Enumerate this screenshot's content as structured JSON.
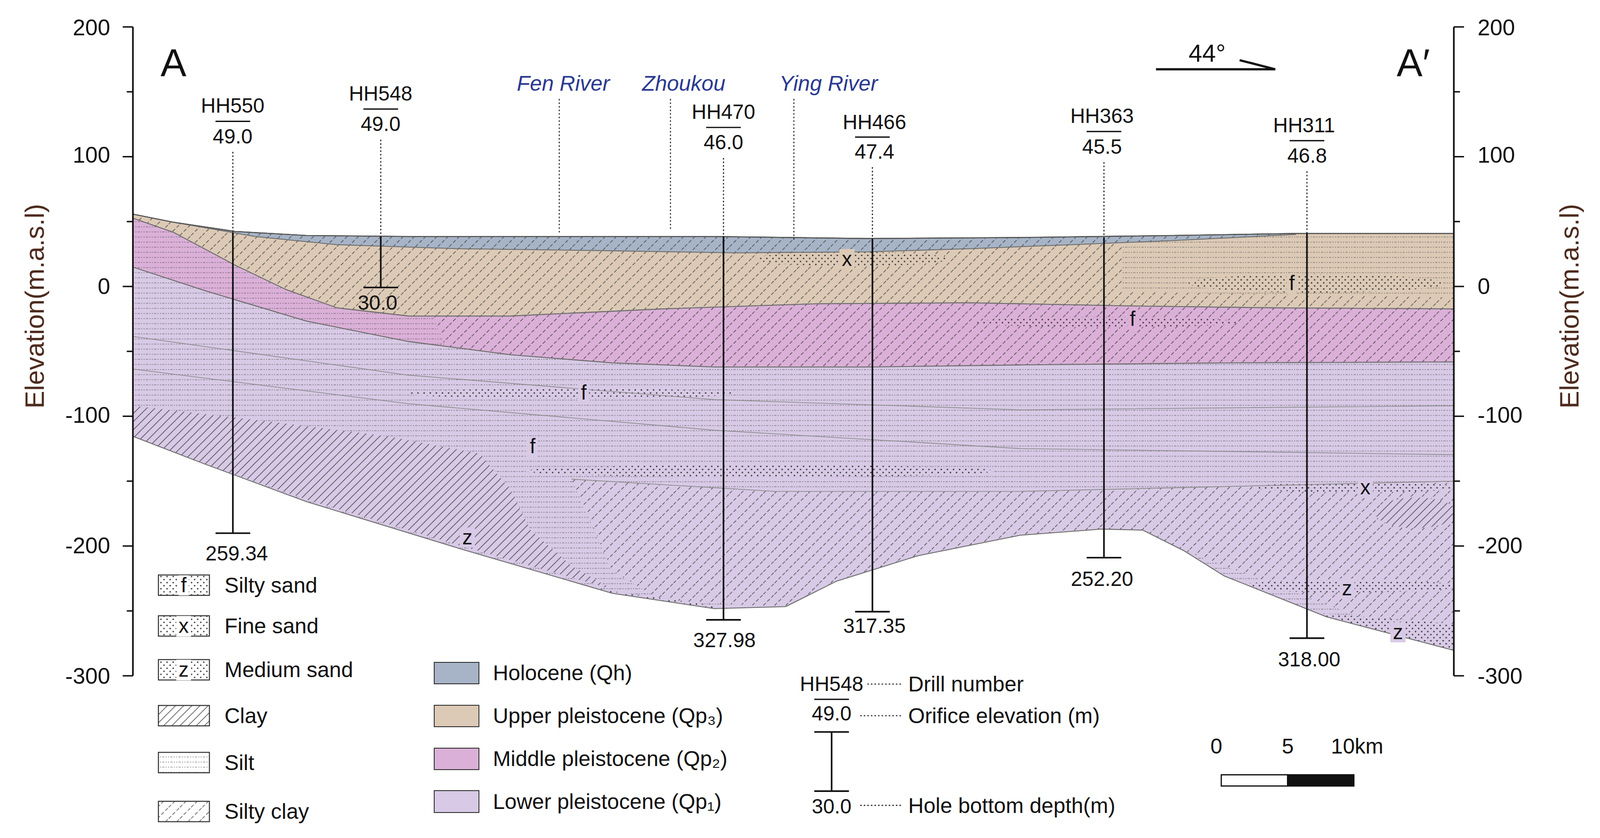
{
  "diagram": {
    "labels": [
      "A",
      "A′",
      "200",
      "100",
      "0",
      "-100",
      "-200",
      "-300",
      "200",
      "100",
      "0",
      "-100",
      "-200",
      "-300",
      "Elevation(m.a.s.l)",
      "Elevation(m.a.s.l)",
      "Fen River",
      "Zhoukou",
      "Ying River",
      "44°",
      "HH550",
      "49.0",
      "259.34",
      "HH548",
      "49.0",
      "30.0",
      "HH470",
      "46.0",
      "327.98",
      "HH466",
      "47.4",
      "317.35",
      "HH363",
      "45.5",
      "252.20",
      "HH311",
      "46.8",
      "318.00",
      "x",
      "f",
      "f",
      "f",
      "f",
      "z",
      "x",
      "z",
      "z",
      "f",
      "x",
      "z",
      "HH548",
      "49.0",
      "30.0",
      "Drill number",
      "Orifice elevation (m)",
      "Hole bottom depth(m)",
      "0",
      "5",
      "10km"
    ],
    "legend": [
      {
        "text": "Silty sand"
      },
      {
        "text": "Fine sand"
      },
      {
        "text": "Medium sand"
      },
      {
        "text": "Clay"
      },
      {
        "text": "Silt"
      },
      {
        "text": "Silty clay"
      },
      {
        "text": "Holocene (Qh)",
        "color": "#a7b4c7"
      },
      {
        "text": "Upper pleistocene (Qp₃)",
        "color": "#dccab6"
      },
      {
        "text": "Middle pleistocene (Qp₂)",
        "color": "#dbb0d8"
      },
      {
        "text": "Lower pleistocene (Qp₁)",
        "color": "#d8cae6"
      }
    ]
  }
}
